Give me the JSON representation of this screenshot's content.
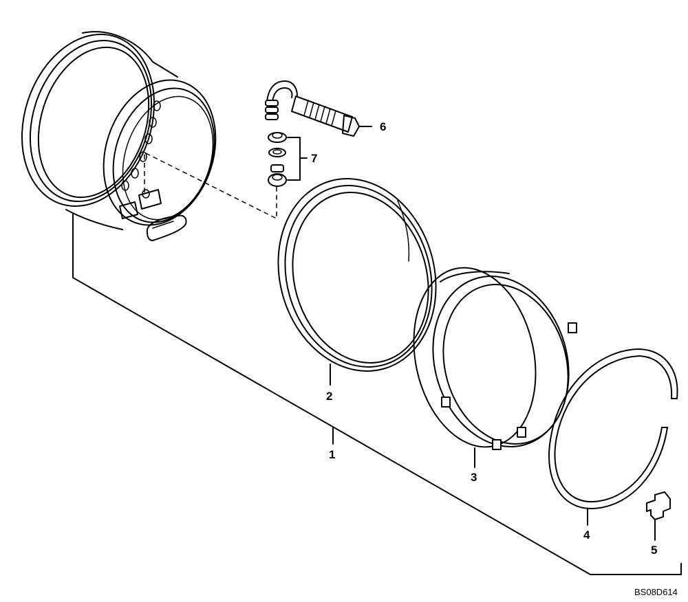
{
  "diagram": {
    "callouts": {
      "rim_assembly": "1",
      "side_ring": "2",
      "bead_seat_band": "3",
      "lock_ring": "4",
      "driver_key": "5",
      "valve_stem": "6",
      "valve_nut_washer": "7"
    },
    "drawing_code": "BS08D614"
  }
}
